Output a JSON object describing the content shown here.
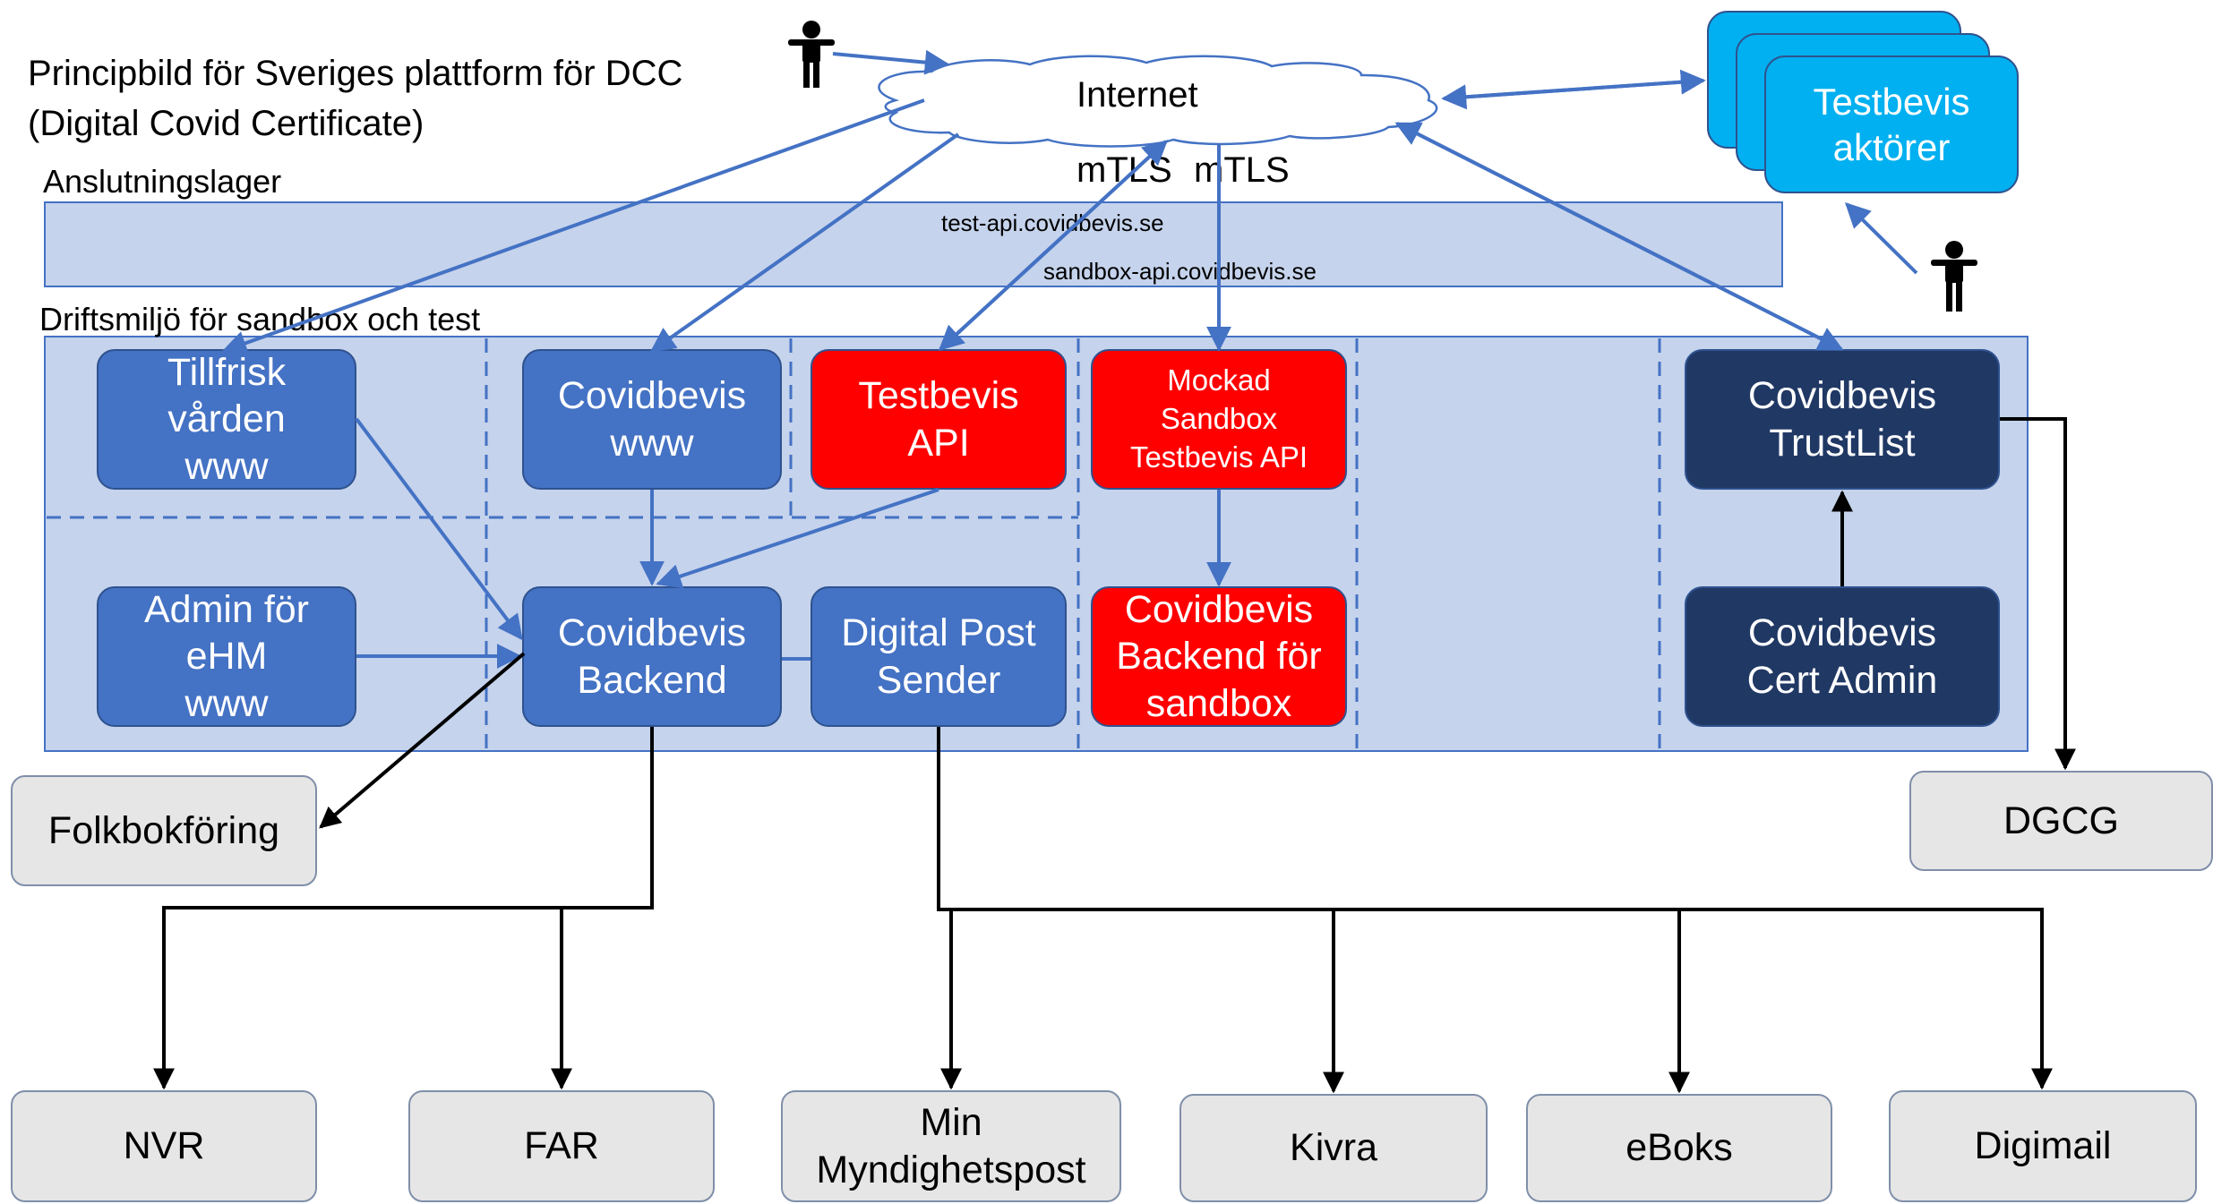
{
  "title": {
    "line1": "Principbild för Sveriges plattform för DCC",
    "line2": "(Digital Covid Certificate)"
  },
  "layers": {
    "connection_layer": "Anslutningslager",
    "operations_env": "Driftsmiljö för sandbox och test"
  },
  "internet": {
    "label": "Internet",
    "mtls_1": "mTLS",
    "mtls_2": "mTLS"
  },
  "endpoints": {
    "test_api": "test-api.covidbevis.se",
    "sandbox_api": "sandbox-api.covidbevis.se"
  },
  "actors": {
    "line1": "Testbevis",
    "line2": "aktörer"
  },
  "components": {
    "tillfrisk": [
      "Tillfrisk",
      "vården",
      "www"
    ],
    "covidbevis_www": [
      "Covidbevis",
      "www"
    ],
    "testbevis_api": [
      "Testbevis",
      "API"
    ],
    "mockad": [
      "Mockad",
      "Sandbox",
      "Testbevis API"
    ],
    "trustlist": [
      "Covidbevis",
      "TrustList"
    ],
    "admin_ehm": [
      "Admin för",
      "eHM",
      "www"
    ],
    "backend": [
      "Covidbevis",
      "Backend"
    ],
    "digital_post": [
      "Digital Post",
      "Sender"
    ],
    "backend_sandbox": [
      "Covidbevis",
      "Backend för",
      "sandbox"
    ],
    "cert_admin": [
      "Covidbevis",
      "Cert Admin"
    ]
  },
  "external": {
    "folkbokforing": "Folkbokföring",
    "dgcg": "DGCG",
    "nvr": "NVR",
    "far": "FAR",
    "min_myndighetspost": [
      "Min",
      "Myndighetspost"
    ],
    "kivra": "Kivra",
    "eboks": "eBoks",
    "digimail": "Digimail"
  },
  "colors": {
    "layer_fill": "#c5d3ec",
    "component_blue": "#4472c4",
    "component_red": "#ff0000",
    "component_navy": "#203864",
    "actor_cyan": "#00b0f0",
    "external_grey": "#e7e6e6",
    "arrow_blue": "#4472c4"
  }
}
